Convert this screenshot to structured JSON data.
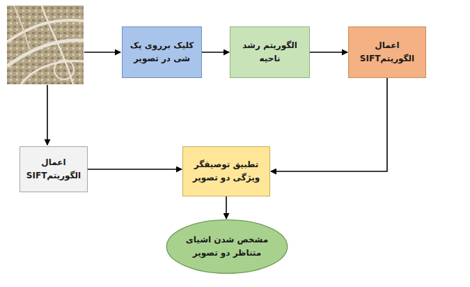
{
  "diagram": {
    "nodes": [
      {
        "text": [
          "کلیک برروی یک شی در تصویر"
        ]
      },
      {
        "text": [
          "الگوریتم رشد ناحیه"
        ]
      },
      {
        "text": [
          "اعمال الگوریتمSIFT"
        ]
      },
      {
        "text": [
          "اعمال الگوریتمSIFT"
        ]
      },
      {
        "text": [
          "تطبیق توصیفگر ویژگی دو تصویر"
        ]
      },
      {
        "text": [
          "مشخص شدن اشیای متناظر دو تصویر"
        ]
      }
    ],
    "edges": [
      {
        "from": 0,
        "to": 1,
        "arrow": "to"
      },
      {
        "from": 1,
        "to": 2,
        "arrow": "to"
      },
      {
        "from": 2,
        "to": 4,
        "arrow": "to"
      },
      {
        "from": 3,
        "to": 4,
        "arrow": "to"
      },
      {
        "from": 4,
        "to": 5,
        "arrow": "to"
      }
    ]
  }
}
